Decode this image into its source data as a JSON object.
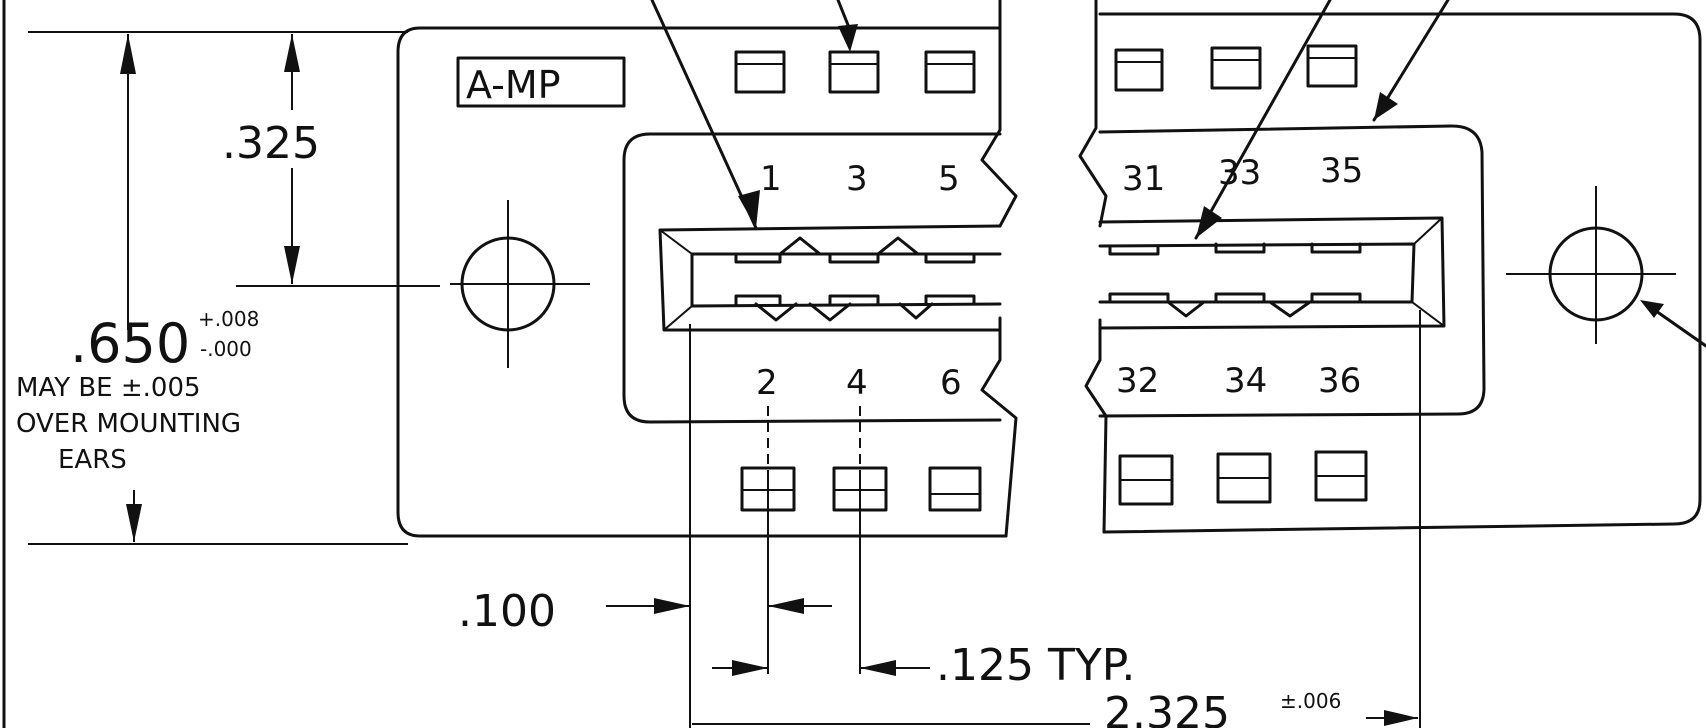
{
  "logo_text": "A-MP",
  "dimensions": {
    "height_upper": ".325",
    "height_total": ".650",
    "height_tol_plus": "+.008",
    "height_tol_minus": "-.000",
    "note_line1": "MAY BE ±.005",
    "note_line2": "OVER MOUNTING",
    "note_line3": "EARS",
    "offset": ".100",
    "pitch": ".125 TYP.",
    "span": "2.325",
    "span_tol": "±.006"
  },
  "pins_top_left": [
    "1",
    "3",
    "5"
  ],
  "pins_top_right": [
    "31",
    "33",
    "35"
  ],
  "pins_bottom_left": [
    "2",
    "4",
    "6"
  ],
  "pins_bottom_right": [
    "32",
    "34",
    "36"
  ]
}
